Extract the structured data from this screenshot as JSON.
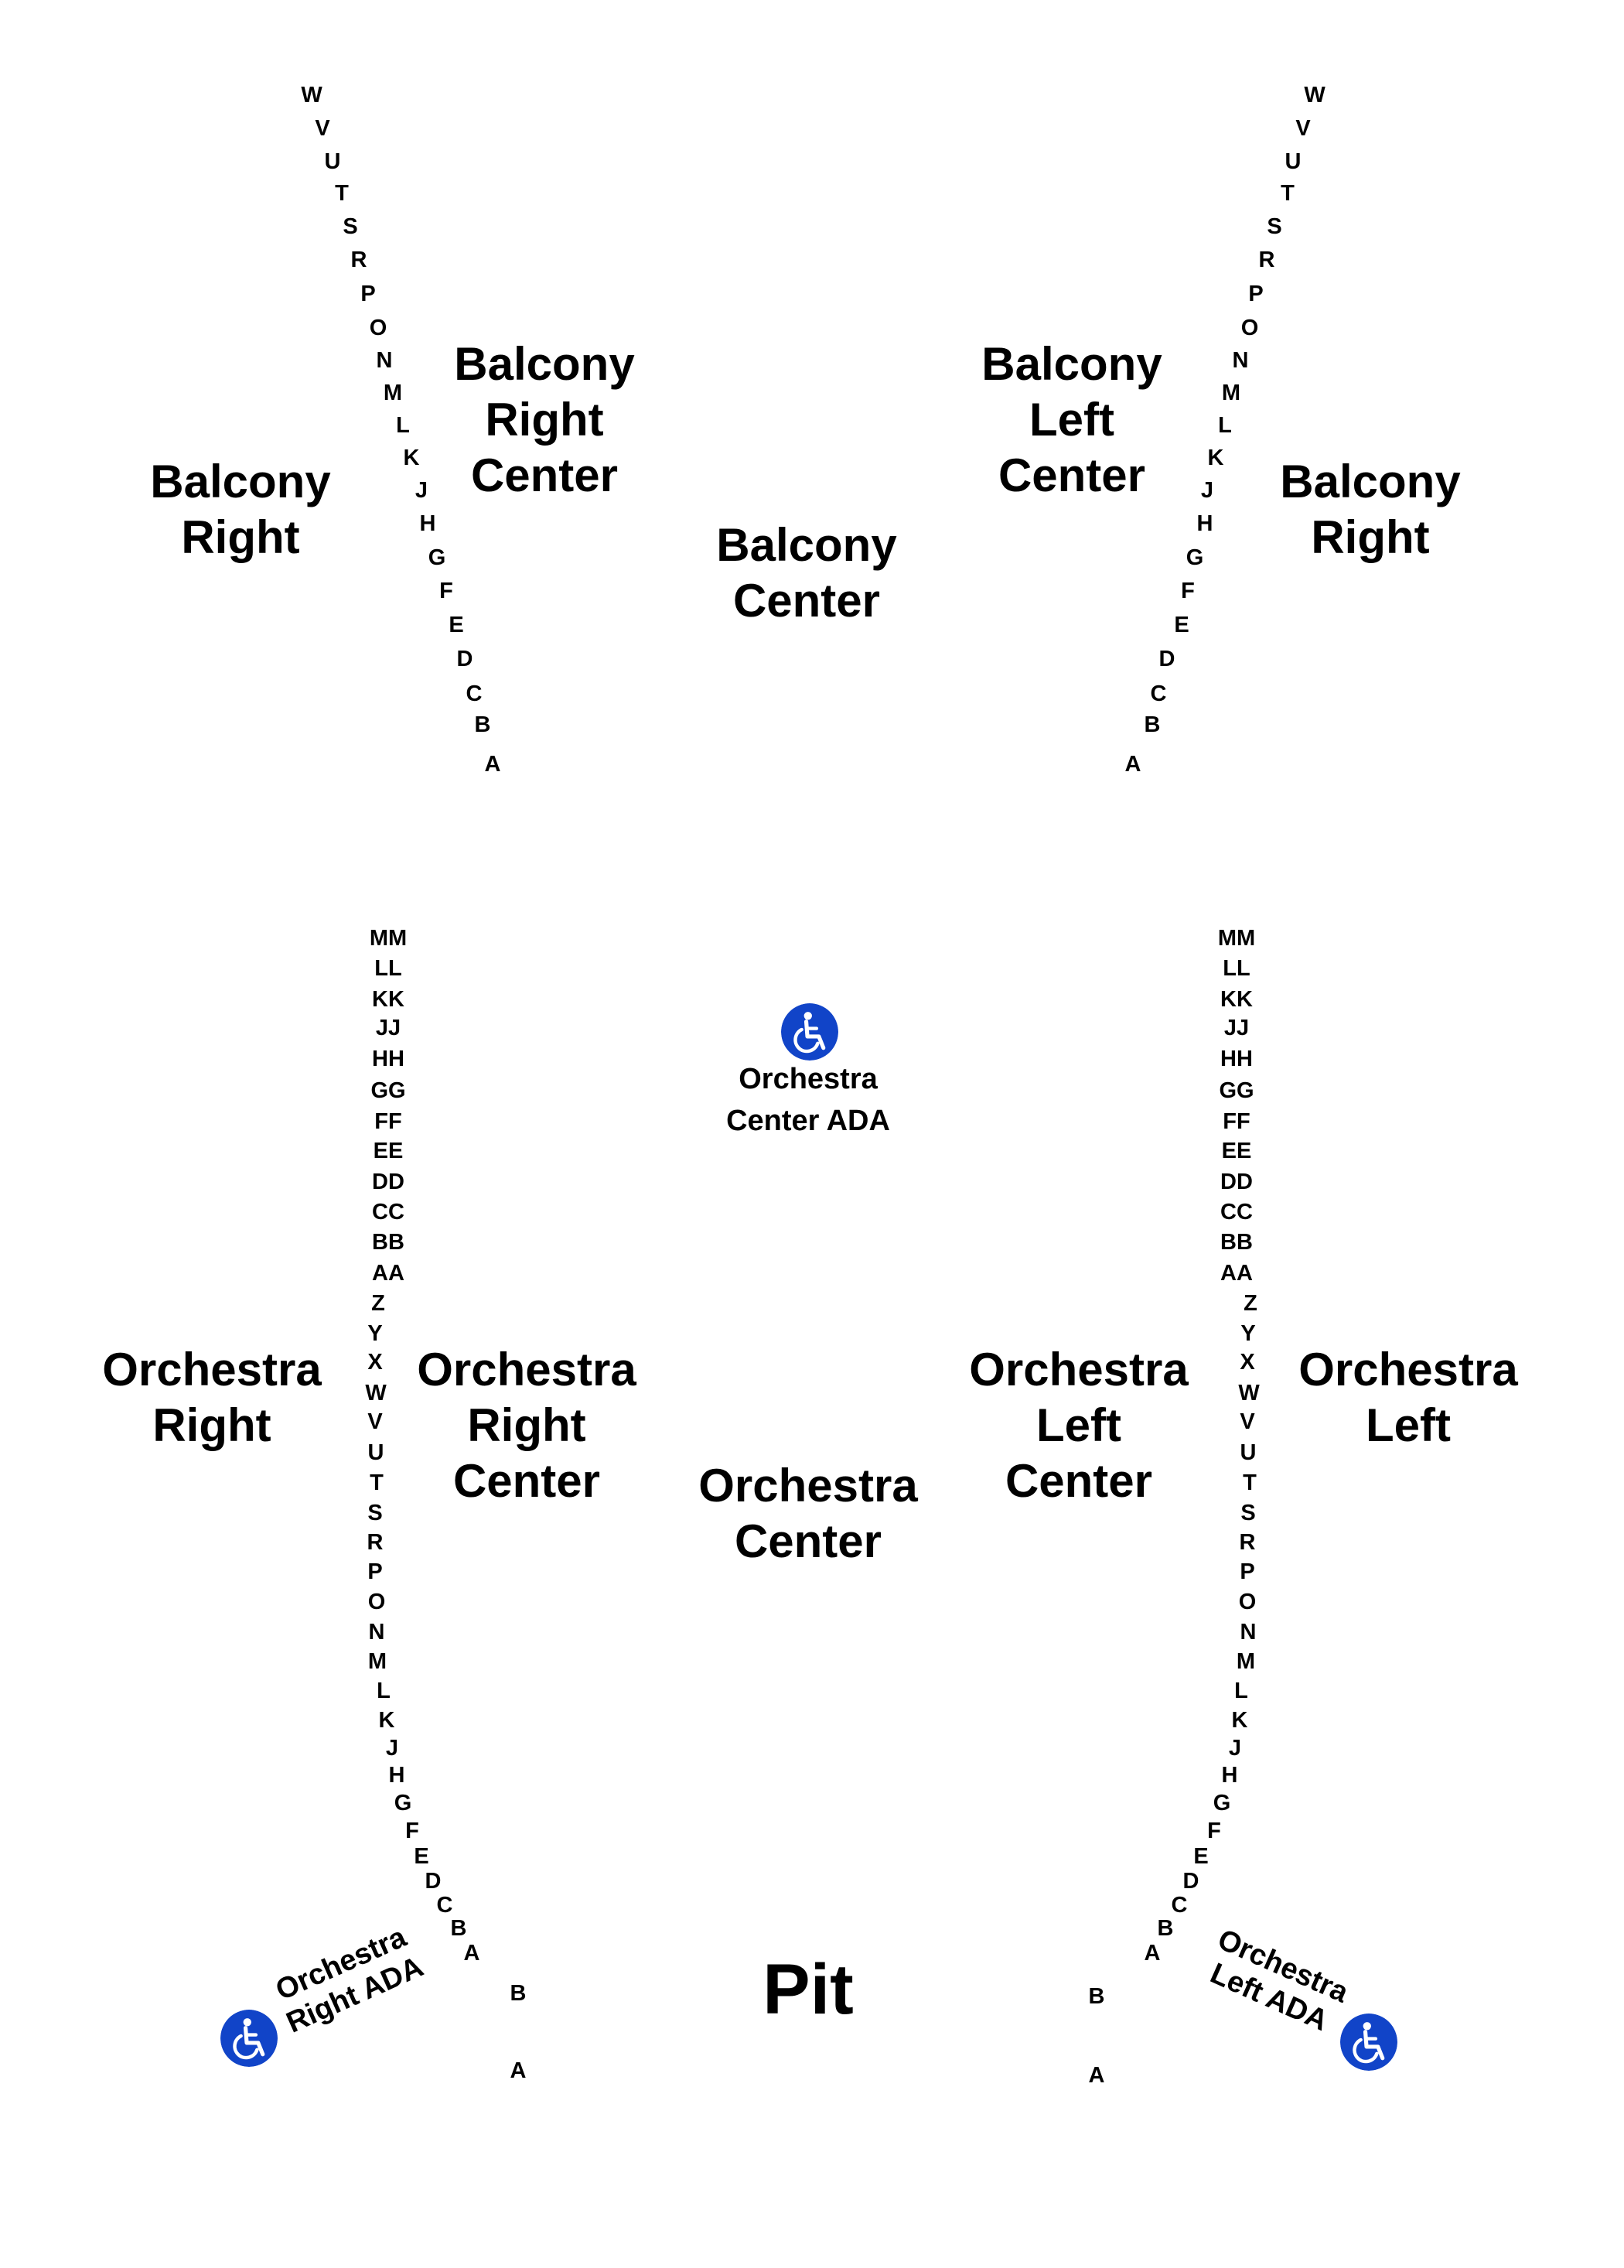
{
  "sections": {
    "balcony_right_outer": [
      "Balcony",
      "Right"
    ],
    "balcony_right_center": [
      "Balcony",
      "Right",
      "Center"
    ],
    "balcony_center": [
      "Balcony",
      "Center"
    ],
    "balcony_left_center": [
      "Balcony",
      "Left",
      "Center"
    ],
    "balcony_right_far": [
      "Balcony",
      "Right"
    ],
    "orchestra_right": [
      "Orchestra",
      "Right"
    ],
    "orchestra_right_center": [
      "Orchestra",
      "Right",
      "Center"
    ],
    "orchestra_center": [
      "Orchestra",
      "Center"
    ],
    "orchestra_left_center": [
      "Orchestra",
      "Left",
      "Center"
    ],
    "orchestra_left": [
      "Orchestra",
      "Left"
    ],
    "pit": "Pit"
  },
  "ada": {
    "center": [
      "Orchestra",
      "Center ADA"
    ],
    "right": [
      "Orchestra",
      "Right ADA"
    ],
    "left": [
      "Orchestra",
      "Left ADA"
    ]
  },
  "rows": {
    "balcony_left_line": [
      "W",
      "V",
      "U",
      "T",
      "S",
      "R",
      "P",
      "O",
      "N",
      "M",
      "L",
      "K",
      "J",
      "H",
      "G",
      "F",
      "E",
      "D",
      "C",
      "B",
      "A"
    ],
    "balcony_right_line": [
      "W",
      "V",
      "U",
      "T",
      "S",
      "R",
      "P",
      "O",
      "N",
      "M",
      "L",
      "K",
      "J",
      "H",
      "G",
      "F",
      "E",
      "D",
      "C",
      "B",
      "A"
    ],
    "orchestra_left_line": [
      "MM",
      "LL",
      "KK",
      "JJ",
      "HH",
      "GG",
      "FF",
      "EE",
      "DD",
      "CC",
      "BB",
      "AA",
      "Z",
      "Y",
      "X",
      "W",
      "V",
      "U",
      "T",
      "S",
      "R",
      "P",
      "O",
      "N",
      "M",
      "L",
      "K",
      "J",
      "H",
      "G",
      "F",
      "E",
      "D",
      "C",
      "B",
      "A"
    ],
    "orchestra_right_line": [
      "MM",
      "LL",
      "KK",
      "JJ",
      "HH",
      "GG",
      "FF",
      "EE",
      "DD",
      "CC",
      "BB",
      "AA",
      "Z",
      "Y",
      "X",
      "W",
      "V",
      "U",
      "T",
      "S",
      "R",
      "P",
      "O",
      "N",
      "M",
      "L",
      "K",
      "J",
      "H",
      "G",
      "F",
      "E",
      "D",
      "C",
      "B",
      "A"
    ],
    "pit_left": [
      "B",
      "A"
    ],
    "pit_right": [
      "B",
      "A"
    ]
  },
  "icons": {
    "wheelchair": "wheelchair-icon",
    "color": "#1144c8"
  }
}
